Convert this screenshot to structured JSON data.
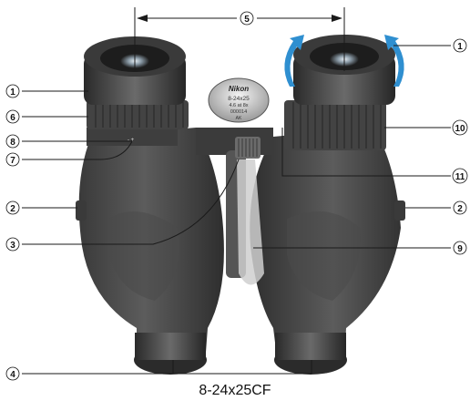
{
  "caption": "8-24x25CF",
  "nameplate": {
    "brand": "Nikon",
    "model": "8-24x25",
    "line3": "4.6 at 8x",
    "serial": "000014",
    "line5": "AK"
  },
  "diopter_mark": "-  +",
  "callouts": [
    {
      "id": "1",
      "label": "1"
    },
    {
      "id": "1b",
      "label": "1"
    },
    {
      "id": "2",
      "label": "2"
    },
    {
      "id": "2b",
      "label": "2"
    },
    {
      "id": "3",
      "label": "3"
    },
    {
      "id": "4",
      "label": "4"
    },
    {
      "id": "5",
      "label": "5"
    },
    {
      "id": "6",
      "label": "6"
    },
    {
      "id": "7",
      "label": "7"
    },
    {
      "id": "8",
      "label": "8"
    },
    {
      "id": "9",
      "label": "9"
    },
    {
      "id": "10",
      "label": "10"
    },
    {
      "id": "11",
      "label": "11"
    }
  ]
}
